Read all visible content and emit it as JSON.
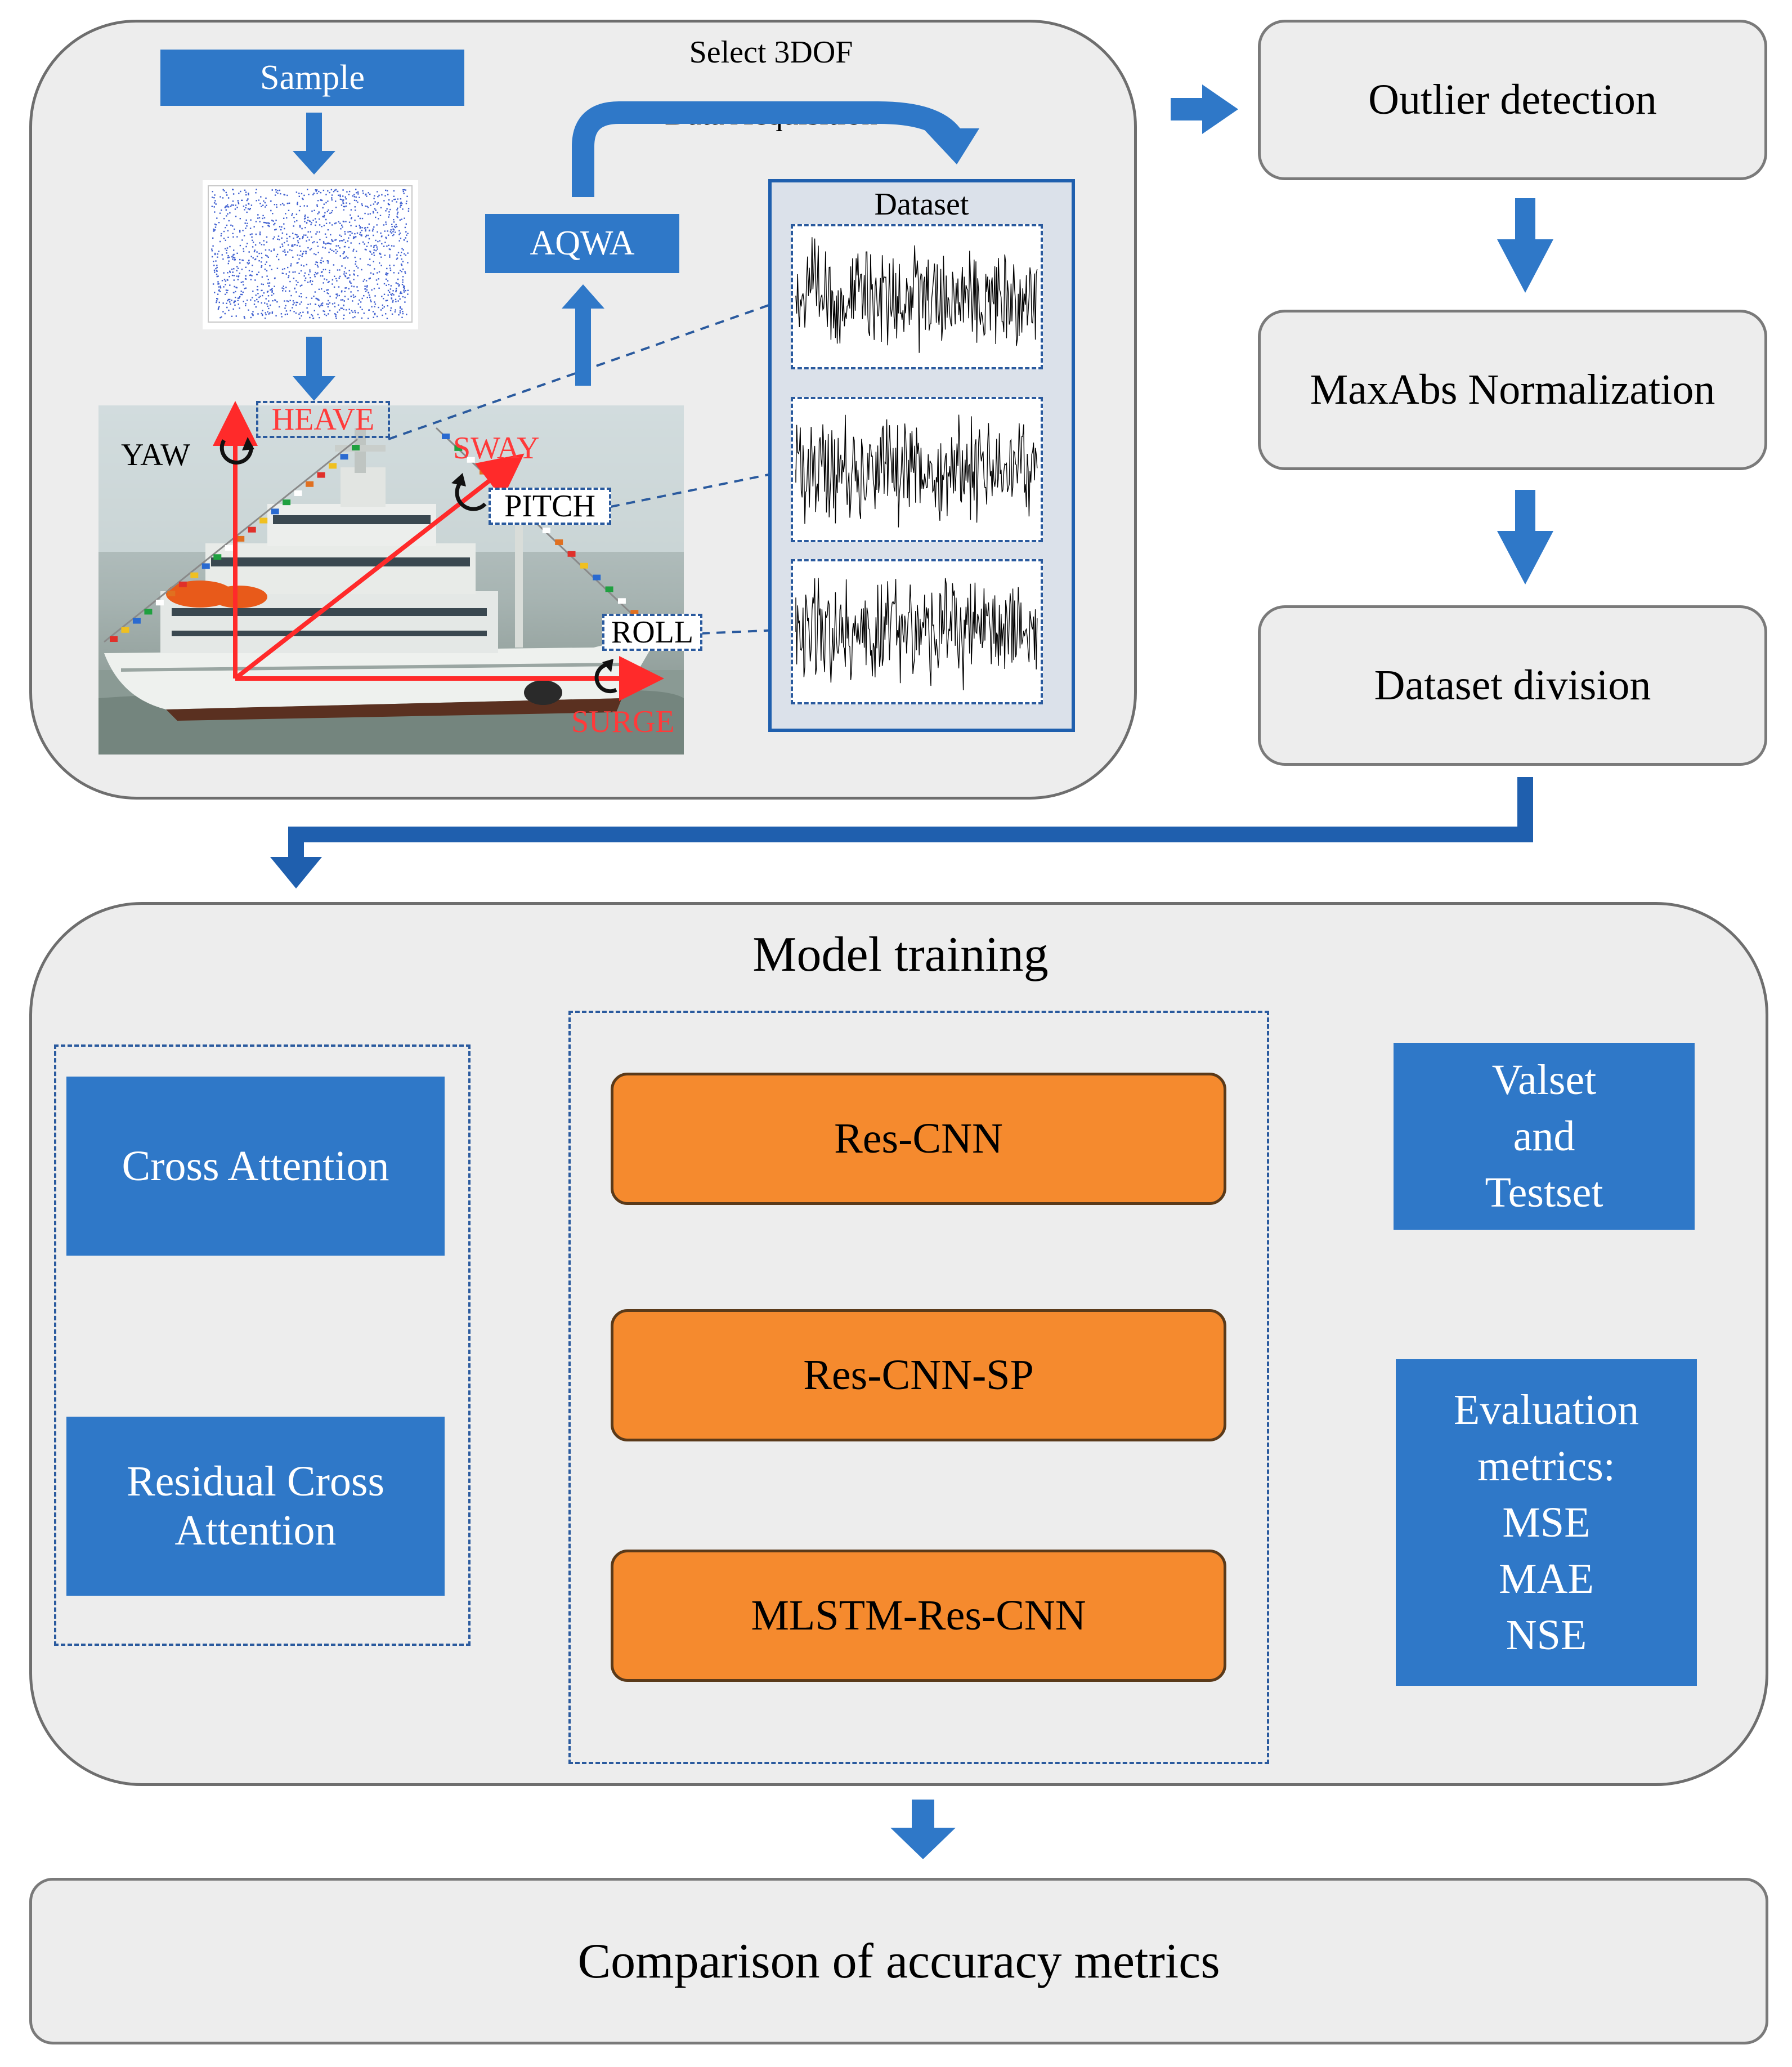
{
  "top_panel": {
    "sample": "Sample",
    "aqwa": "AQWA",
    "select_3dof": "Select 3DOF",
    "data_acquisition": "Data Acquisition",
    "dataset": "Dataset",
    "dof": {
      "heave": "HEAVE",
      "sway": "SWAY",
      "yaw": "YAW",
      "pitch": "PITCH",
      "roll": "ROLL",
      "surge": "SURGE"
    }
  },
  "pipeline": {
    "outlier": "Outlier detection",
    "normalization": "MaxAbs Normalization",
    "division": "Dataset division"
  },
  "model_training": {
    "title": "Model training",
    "attention": {
      "cross": "Cross Attention",
      "residual_line1": "Residual Cross",
      "residual_line2": "Attention"
    },
    "models": [
      "Res-CNN",
      "Res-CNN-SP",
      "MLSTM-Res-CNN"
    ],
    "valset": {
      "line1": "Valset",
      "line2": "and",
      "line3": "Testset"
    },
    "evaluation": {
      "line1": "Evaluation",
      "line2": "metrics:",
      "line3": "MSE",
      "line4": "MAE",
      "line5": "NSE"
    }
  },
  "comparison": "Comparison of accuracy metrics",
  "colors": {
    "blue": "#2f78c8",
    "orange": "#f58a2e",
    "panel": "#ededed",
    "red_axis": "#ff2a2a"
  }
}
